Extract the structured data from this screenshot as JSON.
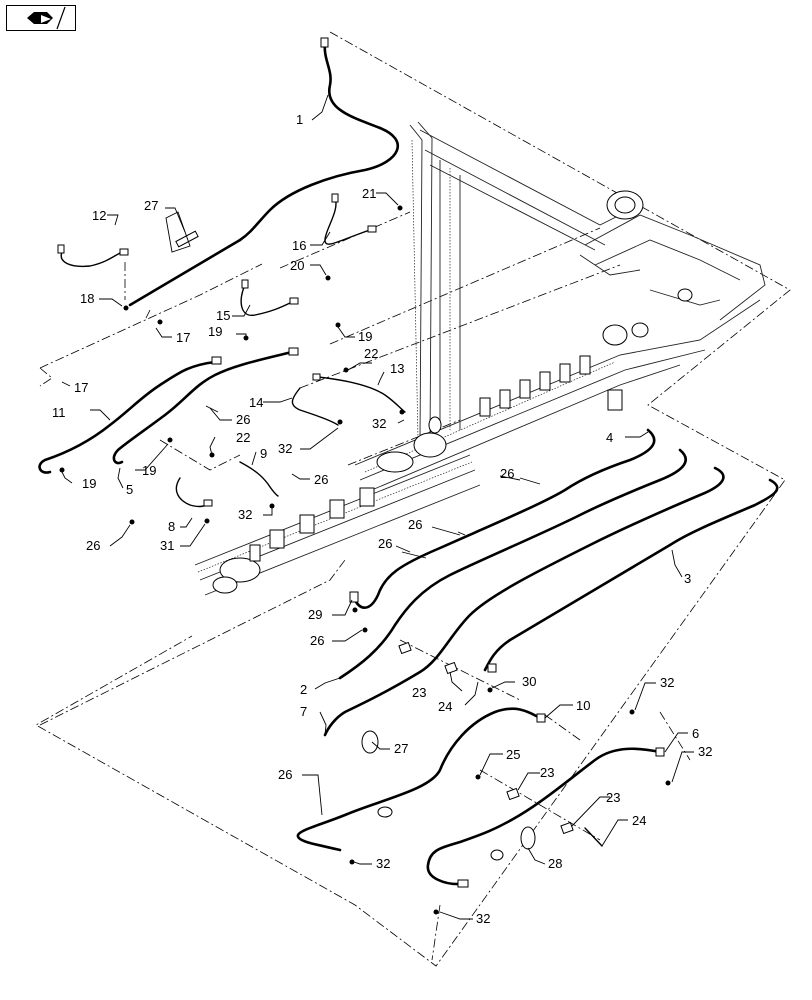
{
  "toolbar": {
    "nav_icon": "navigate-page-icon"
  },
  "labels": [
    {
      "id": "c1",
      "text": "1"
    },
    {
      "id": "c2",
      "text": "2"
    },
    {
      "id": "c3",
      "text": "3"
    },
    {
      "id": "c4",
      "text": "4"
    },
    {
      "id": "c5",
      "text": "5"
    },
    {
      "id": "c6",
      "text": "6"
    },
    {
      "id": "c7",
      "text": "7"
    },
    {
      "id": "c8",
      "text": "8"
    },
    {
      "id": "c9",
      "text": "9"
    },
    {
      "id": "c10",
      "text": "10"
    },
    {
      "id": "c11",
      "text": "11"
    },
    {
      "id": "c12",
      "text": "12"
    },
    {
      "id": "c13",
      "text": "13"
    },
    {
      "id": "c14",
      "text": "14"
    },
    {
      "id": "c15",
      "text": "15"
    },
    {
      "id": "c16",
      "text": "16"
    },
    {
      "id": "c17a",
      "text": "17"
    },
    {
      "id": "c17b",
      "text": "17"
    },
    {
      "id": "c18",
      "text": "18"
    },
    {
      "id": "c19a",
      "text": "19"
    },
    {
      "id": "c19b",
      "text": "19"
    },
    {
      "id": "c19c",
      "text": "19"
    },
    {
      "id": "c19d",
      "text": "19"
    },
    {
      "id": "c20",
      "text": "20"
    },
    {
      "id": "c21",
      "text": "21"
    },
    {
      "id": "c22a",
      "text": "22"
    },
    {
      "id": "c22b",
      "text": "22"
    },
    {
      "id": "c23a",
      "text": "23"
    },
    {
      "id": "c23b",
      "text": "23"
    },
    {
      "id": "c23c",
      "text": "23"
    },
    {
      "id": "c24a",
      "text": "24"
    },
    {
      "id": "c24b",
      "text": "24"
    },
    {
      "id": "c25",
      "text": "25"
    },
    {
      "id": "c26a",
      "text": "26"
    },
    {
      "id": "c26b",
      "text": "26"
    },
    {
      "id": "c26c",
      "text": "26"
    },
    {
      "id": "c26d",
      "text": "26"
    },
    {
      "id": "c26e",
      "text": "26"
    },
    {
      "id": "c26f",
      "text": "26"
    },
    {
      "id": "c26g",
      "text": "26"
    },
    {
      "id": "c26h",
      "text": "26"
    },
    {
      "id": "c27a",
      "text": "27"
    },
    {
      "id": "c27b",
      "text": "27"
    },
    {
      "id": "c28",
      "text": "28"
    },
    {
      "id": "c29",
      "text": "29"
    },
    {
      "id": "c30",
      "text": "30"
    },
    {
      "id": "c31",
      "text": "31"
    },
    {
      "id": "c32a",
      "text": "32"
    },
    {
      "id": "c32b",
      "text": "32"
    },
    {
      "id": "c32c",
      "text": "32"
    },
    {
      "id": "c32d",
      "text": "32"
    },
    {
      "id": "c32e",
      "text": "32"
    },
    {
      "id": "c32f",
      "text": "32"
    },
    {
      "id": "c32g",
      "text": "32"
    },
    {
      "id": "c32h",
      "text": "32"
    }
  ]
}
